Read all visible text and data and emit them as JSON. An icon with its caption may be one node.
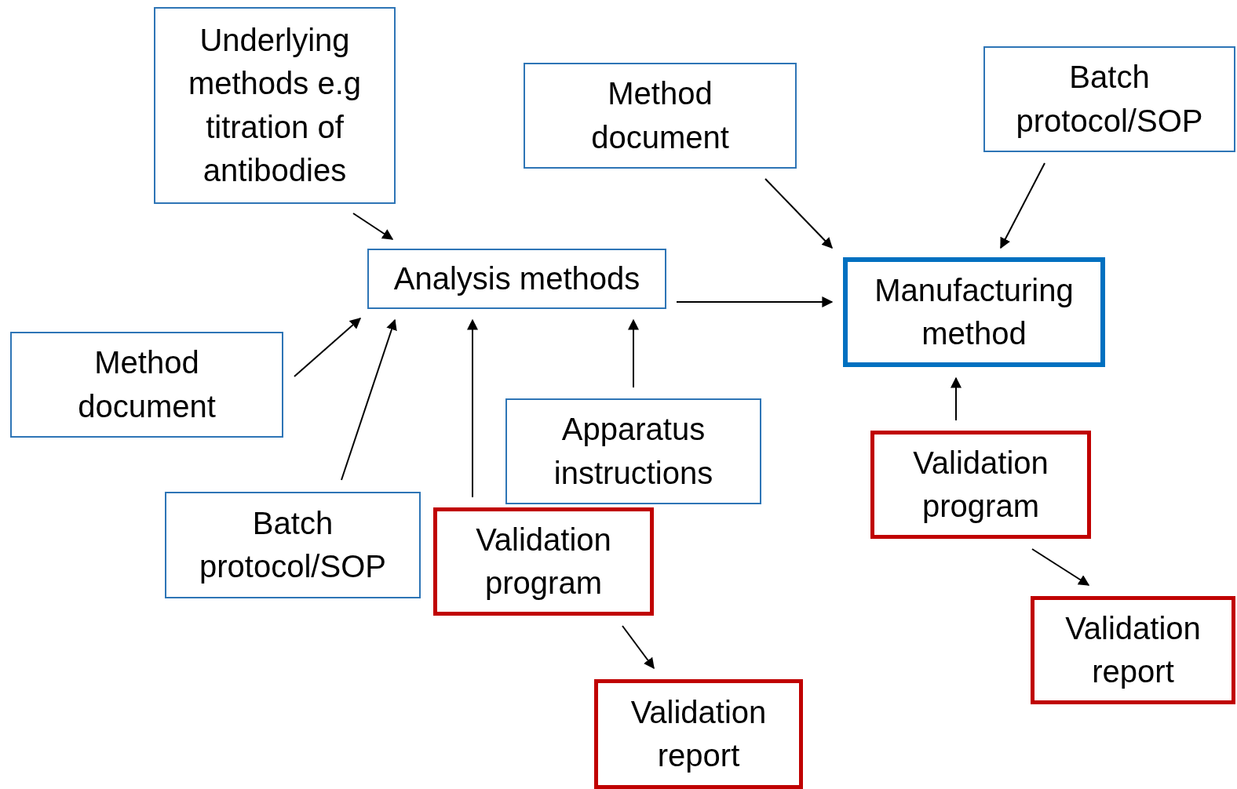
{
  "diagram": {
    "nodes": [
      {
        "text": [
          "Underlying methods e.g titration of antibodies"
        ]
      },
      {
        "text": [
          "Method document"
        ]
      },
      {
        "text": [
          "Batch protocol/SOP"
        ]
      },
      {
        "text": [
          "Analysis methods"
        ]
      },
      {
        "text": [
          "Manufacturing method"
        ]
      },
      {
        "text": [
          "Method document"
        ]
      },
      {
        "text": [
          "Apparatus instructions"
        ]
      },
      {
        "text": [
          "Validation program"
        ]
      },
      {
        "text": [
          "Batch protocol/SOP"
        ]
      },
      {
        "text": [
          "Validation program"
        ]
      },
      {
        "text": [
          "Validation report"
        ]
      },
      {
        "text": [
          "Validation report"
        ]
      }
    ],
    "edges": [
      {
        "from": 0,
        "to": 3,
        "arrow": "to"
      },
      {
        "from": 1,
        "to": 4,
        "arrow": "to"
      },
      {
        "from": 2,
        "to": 4,
        "arrow": "to"
      },
      {
        "from": 3,
        "to": 4,
        "arrow": "to"
      },
      {
        "from": 5,
        "to": 3,
        "arrow": "to"
      },
      {
        "from": 8,
        "to": 3,
        "arrow": "to"
      },
      {
        "from": 9,
        "to": 3,
        "arrow": "to"
      },
      {
        "from": 6,
        "to": 3,
        "arrow": "to"
      },
      {
        "from": 7,
        "to": 4,
        "arrow": "to"
      },
      {
        "from": 9,
        "to": 11,
        "arrow": "to"
      },
      {
        "from": 7,
        "to": 10,
        "arrow": "to"
      }
    ]
  }
}
